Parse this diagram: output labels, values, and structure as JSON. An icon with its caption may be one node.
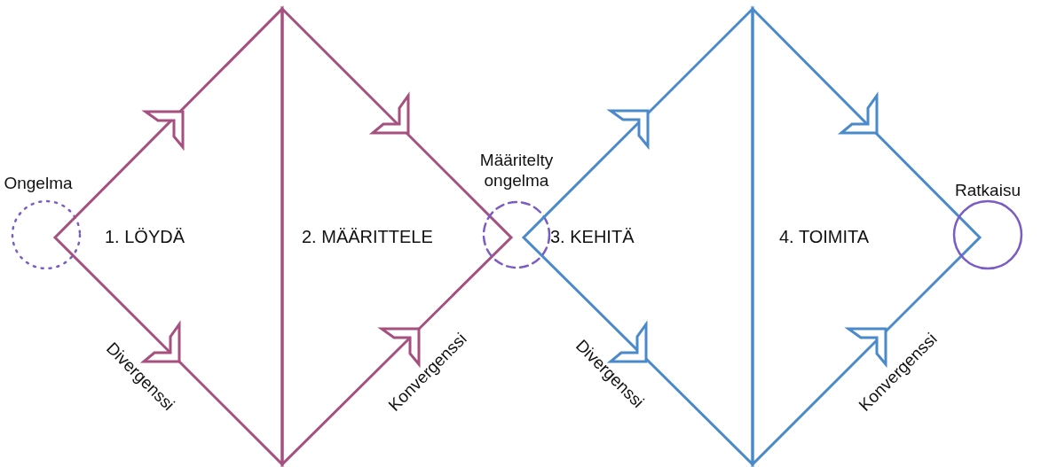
{
  "diagram": {
    "nodes": [
      {
        "text": [],
        "shape": "circle",
        "beside": [
          "Ongelma"
        ]
      },
      {
        "text": [
          "1. LÖYDÄ"
        ]
      },
      {
        "text": [
          "2. MÄÄRITTELE"
        ]
      },
      {
        "text": [],
        "shape": "circle"
      },
      {
        "text": [
          "3. KEHITÄ"
        ]
      },
      {
        "text": [
          "4. TOIMITA"
        ]
      },
      {
        "text": [],
        "shape": "circle",
        "beside": [
          "Ratkaisu"
        ]
      }
    ],
    "labels": [
      "Määritelty ongelma",
      "Divergenssi",
      "Konvergenssi",
      "Divergenssi",
      "Konvergenssi"
    ]
  }
}
